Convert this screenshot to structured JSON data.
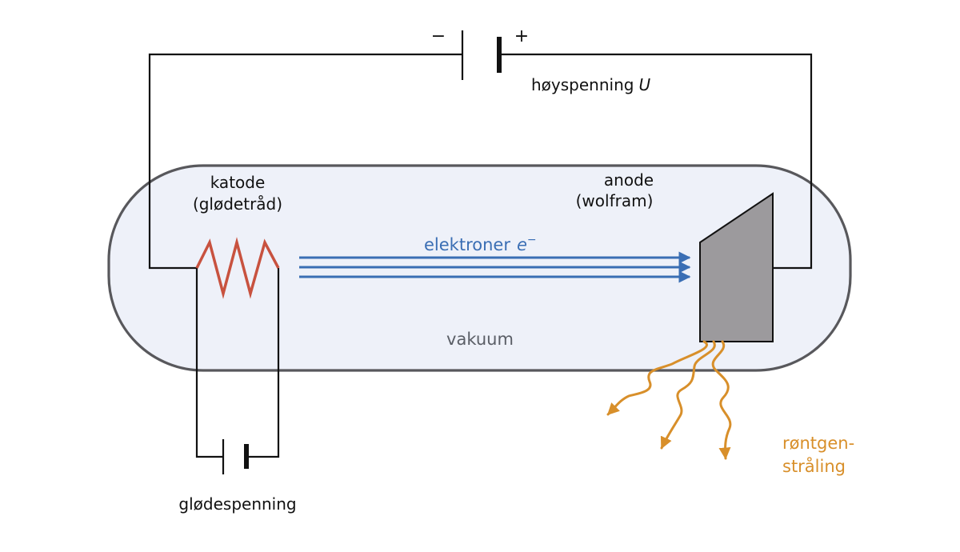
{
  "labels": {
    "high_voltage": "høyspenning",
    "high_voltage_symbol": "U",
    "minus": "−",
    "plus": "+",
    "cathode_line1": "katode",
    "cathode_line2": "(glødetråd)",
    "anode_line1": "anode",
    "anode_line2": "(wolfram)",
    "electrons": "elektroner",
    "electron_symbol": "e",
    "electron_charge": "−",
    "vacuum": "vakuum",
    "xray_line1": "røntgen-",
    "xray_line2": "stråling",
    "filament_voltage": "glødespenning"
  },
  "colors": {
    "wire": "#111111",
    "tube_fill": "#eef1f9",
    "tube_stroke": "#58585c",
    "filament": "#c8523f",
    "electron_beam": "#3a6eb4",
    "anode": "#9c9a9d",
    "xray": "#d88f2a",
    "vacuum_text": "#5a5e66"
  },
  "icons": {
    "battery_high": "battery-symbol",
    "battery_filament": "battery-symbol",
    "beam_arrows": "arrow-right-icon",
    "xray_arrows": "wavy-arrow-icon"
  }
}
